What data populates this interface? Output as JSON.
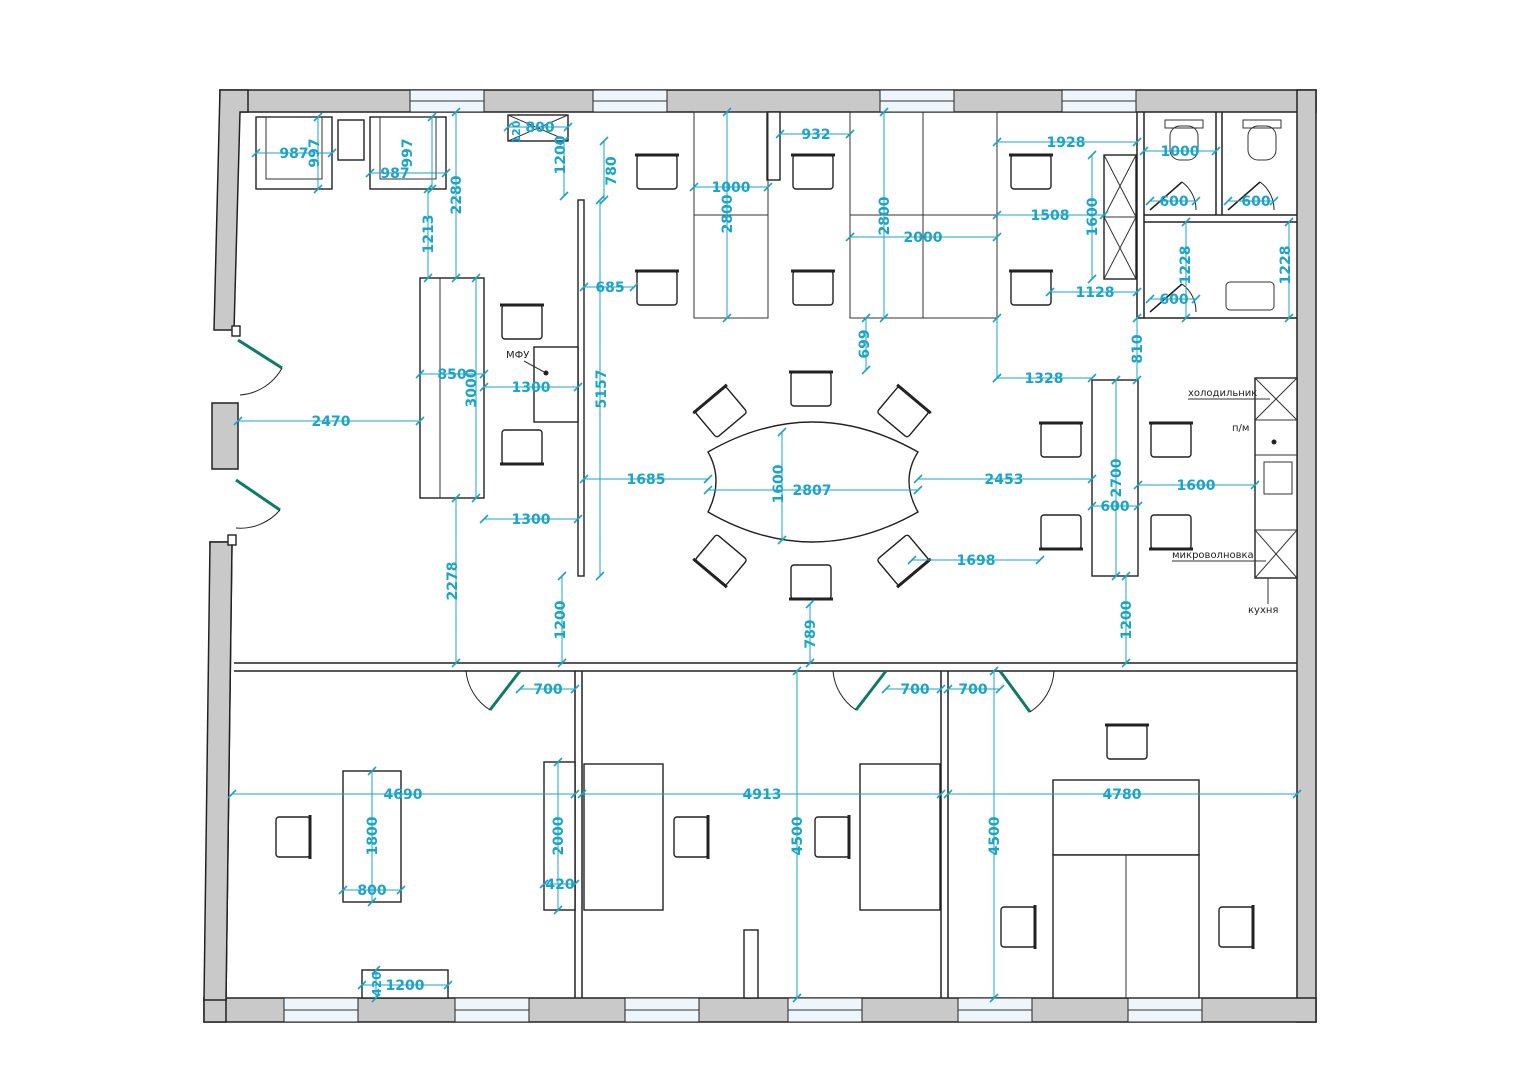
{
  "colors": {
    "dimension": "#1aa4c8",
    "wall": "#c9c9c9",
    "door": "#0f7a66",
    "outline": "#222222"
  },
  "labels": {
    "mfu": "МФУ",
    "fridge": "холодильник",
    "dishwasher": "п/м",
    "microwave": "микроволновка",
    "kitchen": "кухня"
  },
  "dims": {
    "d987a": "987",
    "d997a": "997",
    "d997b": "997",
    "d987b": "987",
    "d120": "120",
    "d800_top": "800",
    "d1200_top": "1200",
    "d780": "780",
    "d2280": "2280",
    "d1213": "1213",
    "d1000_top": "1000",
    "d2800_a": "2800",
    "d932": "932",
    "d2800_b": "2800",
    "d2000_mid": "2000",
    "d1928": "1928",
    "d1508": "1508",
    "d1600_v": "1600",
    "d1000_wc": "1000",
    "d600_wc1": "600",
    "d600_wc2": "600",
    "d1228_a": "1228",
    "d1228_b": "1228",
    "d600_wc3": "600",
    "d1128": "1128",
    "d685": "685",
    "d699": "699",
    "d810": "810",
    "d1328": "1328",
    "d850": "850",
    "d3000": "3000",
    "d1300_a": "1300",
    "d5157": "5157",
    "d2470": "2470",
    "d1685": "1685",
    "d1600_table": "1600",
    "d2807": "2807",
    "d2453": "2453",
    "d2700": "2700",
    "d600_mid": "600",
    "d1600_k": "1600",
    "d1300_b": "1300",
    "d1698": "1698",
    "d2278": "2278",
    "d1200_l": "1200",
    "d789": "789",
    "d1200_r": "1200",
    "d700_a": "700",
    "d700_b": "700",
    "d700_c": "700",
    "d4690": "4690",
    "d4913": "4913",
    "d4780": "4780",
    "d1800": "1800",
    "d800_b": "800",
    "d2000_b": "2000",
    "d420_a": "420",
    "d4500_a": "4500",
    "d4500_b": "4500",
    "d420_b": "420",
    "d1200_b": "1200"
  }
}
